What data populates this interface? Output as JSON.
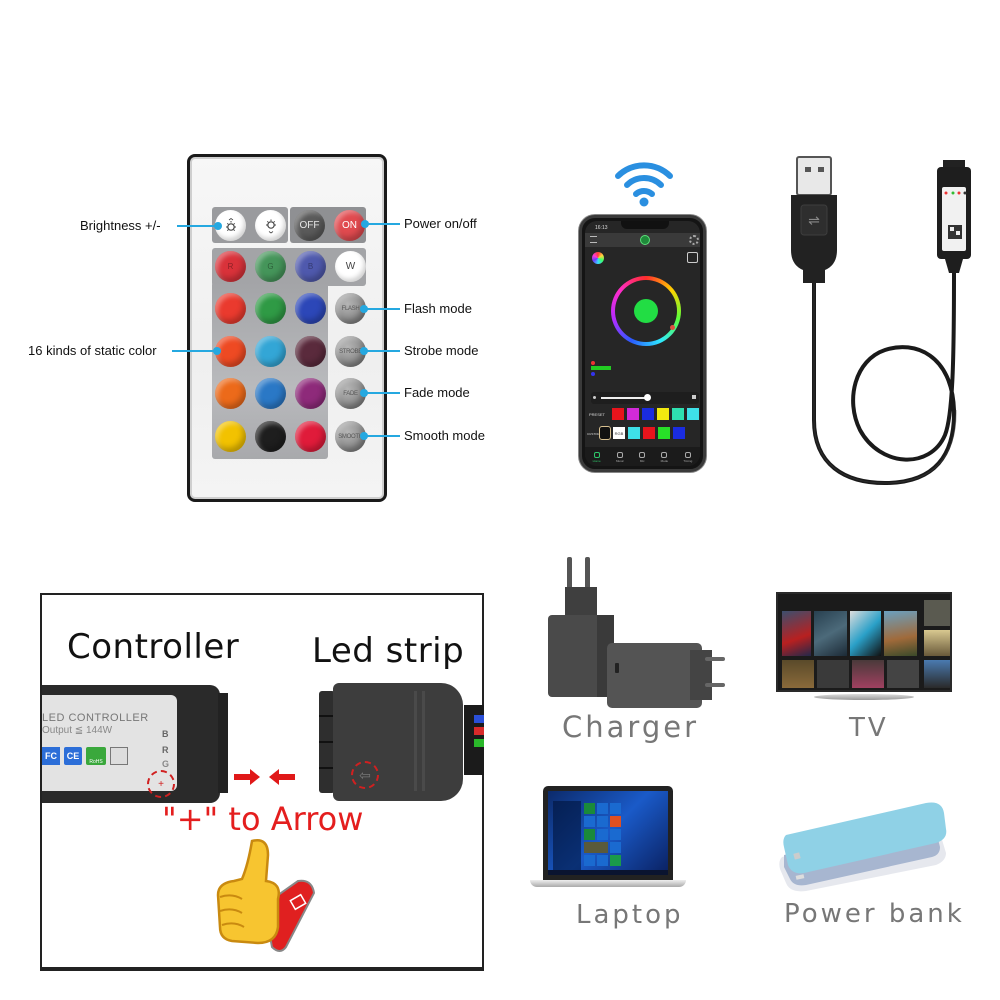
{
  "remote": {
    "buttons": {
      "brightness_up_icon": "sun-up-icon",
      "brightness_down_icon": "sun-down-icon",
      "off": "OFF",
      "on": "ON",
      "r": "R",
      "g": "G",
      "b": "B",
      "w": "W",
      "flash": "FLASH",
      "strobe": "STROBE",
      "fade": "FADE",
      "smooth": "SMOOTH"
    },
    "color_grid": [
      [
        "#e0262c",
        "#3f9a4c",
        "#3c4fb6"
      ],
      [
        "#ea3a2e",
        "#2f9a45",
        "#2c47b8"
      ],
      [
        "#ee4a23",
        "#33a6d6",
        "#5a2a3c"
      ],
      [
        "#ec6a1a",
        "#2a78c6",
        "#8e2a7a"
      ],
      [
        "#f2c200",
        "#1e1e1e",
        "#e01b3a"
      ]
    ],
    "annotations": {
      "brightness": "Brightness +/-",
      "power": "Power on/off",
      "static_color": "16 kinds of static color",
      "flash": "Flash mode",
      "strobe": "Strobe mode",
      "fade": "Fade mode",
      "smooth": "Smooth mode"
    },
    "accent_color": "#25a8e0"
  },
  "phone_app": {
    "status_time": "16:13",
    "preset_label": "PRESET",
    "preset_colors": [
      "#e8141c",
      "#d22ad8",
      "#1a2ce0",
      "#f2ea10",
      "#2ee0b0",
      "#3ee0e8"
    ],
    "custom_label": "CUSTOMIZE",
    "custom_rgb_label": "RGB",
    "custom_colors": [
      "#3ee0e8",
      "#e8141c",
      "#28e028",
      "#1a2ce0"
    ],
    "selected_color": "#22dd44",
    "nav": [
      "Home",
      "Music",
      "Mic",
      "Mode",
      "Timing"
    ]
  },
  "controller_diagram": {
    "controller_title": "Controller",
    "strip_title": "Led strip",
    "controller_label": "LED CONTROLLER",
    "controller_output": "Output ≦ 144W",
    "pins": [
      "B",
      "R",
      "G",
      "+"
    ],
    "cert_badges": [
      "FC",
      "CE",
      "RoHS",
      "WEEE"
    ],
    "instruction": "\"+\" to Arrow"
  },
  "devices": [
    {
      "label": "Charger",
      "icon": "charger-icon"
    },
    {
      "label": "TV",
      "icon": "tv-icon"
    },
    {
      "label": "Laptop",
      "icon": "laptop-icon"
    },
    {
      "label": "Power bank",
      "icon": "power-bank-icon"
    }
  ]
}
